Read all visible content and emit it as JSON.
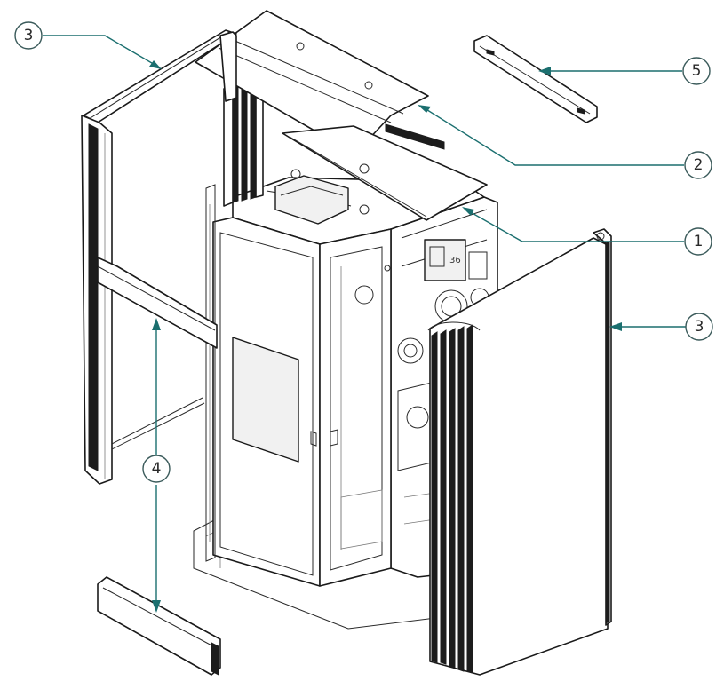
{
  "callouts": [
    {
      "id": "c1",
      "label": "1"
    },
    {
      "id": "c2",
      "label": "2"
    },
    {
      "id": "c3a",
      "label": "3"
    },
    {
      "id": "c3b",
      "label": "3"
    },
    {
      "id": "c4",
      "label": "4"
    },
    {
      "id": "c5",
      "label": "5"
    }
  ],
  "colors": {
    "leader": "#1b6f6f",
    "line": "#1a1a1a"
  }
}
